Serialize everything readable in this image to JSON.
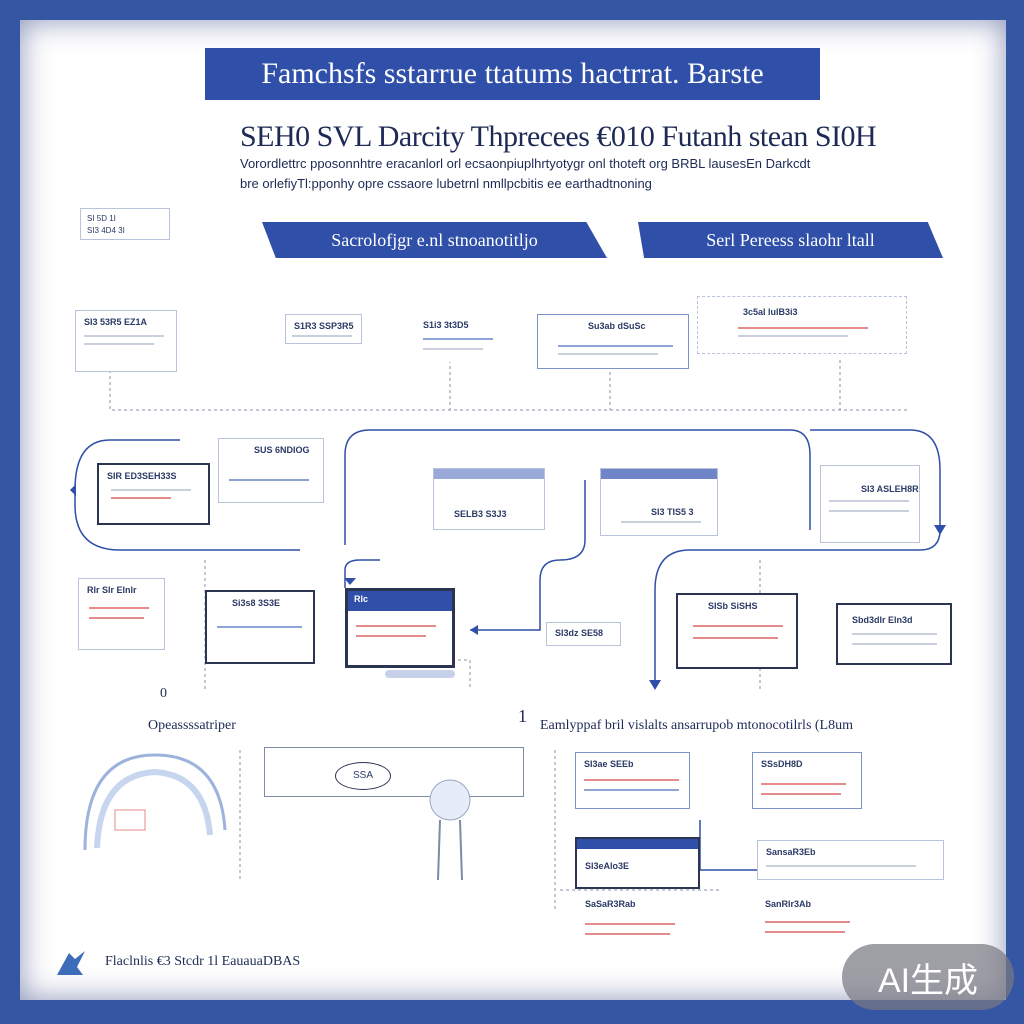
{
  "banner": {
    "title": "Famchsfs sstarrue ttatums hactrrat. Barste"
  },
  "headline": {
    "title": "SEH0 SVL Darcity Thprecees €010 Futanh stean SI0H",
    "subtitle_line1": "Vorordlettrc pposonnhtre eracanlorl orl ecsaonpiuplhrtyotygr onl thoteft org BRBL lausesEn Darkcdt",
    "subtitle_line2": "bre orlefiyTl:pponhy opre cssaore lubetrnl nmllpcbitis ee earthadtnoning"
  },
  "tabs": {
    "left": "Sacrolofjgr e.nl stnoanotitljo",
    "right": "Serl Pereess slaohr ltall"
  },
  "legend_box": {
    "line1": "SI 5D 1I",
    "line2": "SI3 4D4 3I"
  },
  "labels": {
    "left_caption": "Opeassssatriper",
    "right_caption": "Eamlyppaf bril vislalts ansarrupob mtonocotilrls (L8um",
    "number_one": "1",
    "number_zero": "0",
    "speech_bubble": "SSA"
  },
  "cards": {
    "top1": "SI3 53R5 EZ1A",
    "top2": "S1R3 SSP3R5",
    "top3": "S1i3 3t3D5",
    "top4": "Su3ab dSuSc",
    "top5": "3c5al lulB3i3",
    "mid1": "SIR ED3SEH33S",
    "mid2": "SUS 6NDIOG",
    "mid3": "SELB3 S3J3",
    "mid4": "SI3 TIS5 3",
    "mid5": "SI3 ASLEH8R",
    "row3_1": "Rlr Slr Elnlr",
    "row3_2": "Si3s8 3S3E",
    "row3_3": "Rlc",
    "row3_4": "SI3dz SE58",
    "row3_5": "SISb SiSHS",
    "row3_6": "Sbd3dlr Eln3d",
    "low1": "SI3ae SEEb",
    "low2": "SSsDH8D",
    "low3": "Sl3eAlo3E",
    "low4": "SansaR3Eb",
    "low5": "SaSaR3Rab",
    "low6": "SanRlr3Ab"
  },
  "footer": {
    "text": "Flaclnlis   €3 Stcdr 1l   EauauaDBAS"
  },
  "watermark": {
    "text": "AI生成"
  },
  "colors": {
    "accent": "#2f4fa8",
    "border": "#3556a3",
    "red_line": "#e48b8b",
    "ink": "#1d2a55"
  }
}
